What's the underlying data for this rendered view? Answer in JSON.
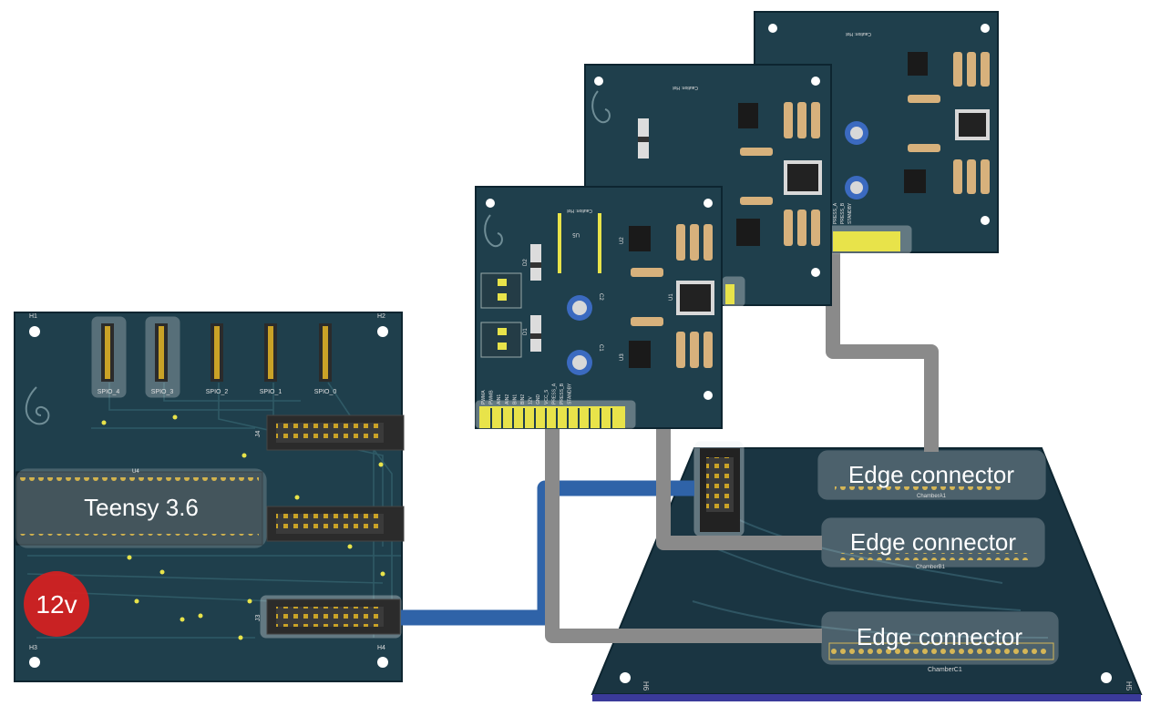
{
  "colors": {
    "pcb": "#1f3f4c",
    "pcb_dark": "#15303a",
    "pcb_edge": "#0d2530",
    "pad": "#e8e34a",
    "cable_gray": "#8a8a8a",
    "cable_blue": "#2f63a8",
    "badge_red": "#d82020",
    "label_fill": "#ffffff",
    "base_rim": "#3a3a9a"
  },
  "main_board": {
    "holes": [
      "H1",
      "H2",
      "H3",
      "H4"
    ],
    "spi_headers": [
      "SPIO_4",
      "SPIO_3",
      "SPIO_2",
      "SPIO_1",
      "SPIO_0"
    ],
    "connector_refs": [
      "J4",
      "J3"
    ],
    "teensy_ref": "U4",
    "teensy_label": "Teensy 3.6",
    "power_label": "12v"
  },
  "driver_board": {
    "caution": "Caution: Hot",
    "refs": [
      "U5",
      "U2",
      "U3",
      "U1",
      "C1",
      "C2",
      "D1",
      "D2"
    ],
    "pin_labels": [
      "PWMA",
      "PWMB",
      "AIN1",
      "AIN2",
      "BIN1",
      "BIN2",
      "12V",
      "GND",
      "VCC_5",
      "PRESS_A",
      "PRESS_B",
      "STANDBY"
    ],
    "top_pin_labels": [
      "PRESS_A",
      "PRESS_B",
      "STANDBY"
    ]
  },
  "base_board": {
    "edge_labels": [
      "Edge connector",
      "Edge connector",
      "Edge connector"
    ],
    "chamber_refs": [
      "ChamberA1",
      "ChamberB1",
      "ChamberC1"
    ],
    "holes": [
      "H6",
      "H5"
    ]
  }
}
